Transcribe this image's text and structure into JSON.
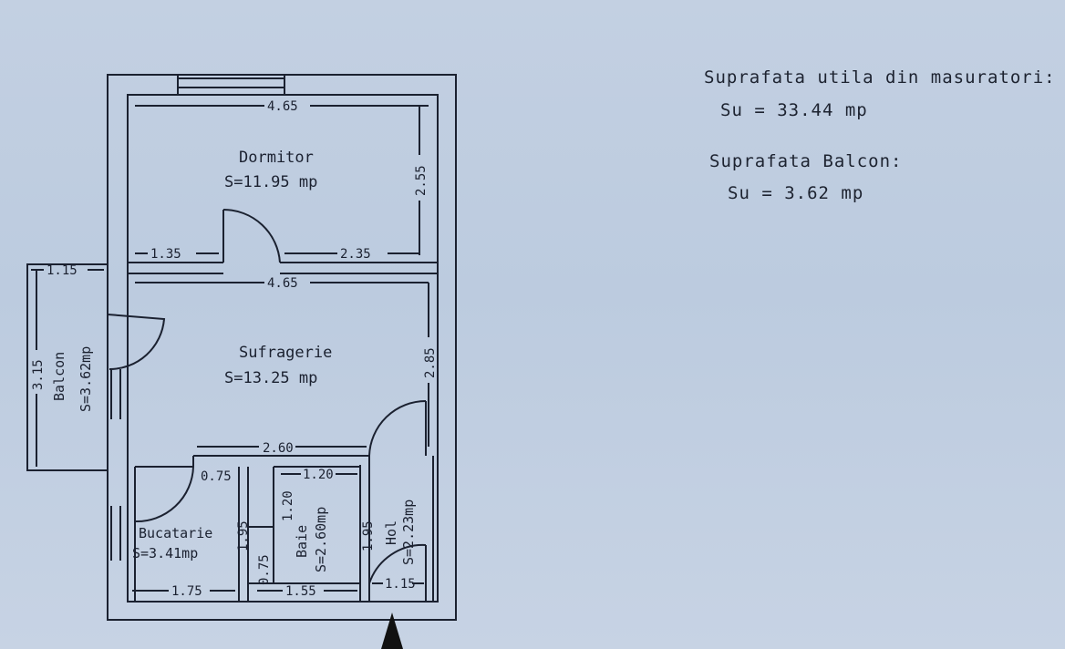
{
  "rooms": {
    "dormitor": {
      "name": "Dormitor",
      "area": "S=11.95 mp"
    },
    "sufragerie": {
      "name": "Sufragerie",
      "area": "S=13.25 mp"
    },
    "bucatarie": {
      "name": "Bucatarie",
      "area": "S=3.41mp"
    },
    "baie": {
      "name": "Baie",
      "area": "S=2.60mp"
    },
    "hol": {
      "name": "Hol",
      "area": "S=2.23mp"
    },
    "balcon": {
      "name": "Balcon",
      "area": "S=3.62mp"
    }
  },
  "dimensions": {
    "d_top": "4.65",
    "d_dorm_h": "2.55",
    "d_135": "1.35",
    "d_235": "2.35",
    "d_mid": "4.65",
    "d_balc_w": "1.15",
    "d_balc_h": "3.15",
    "d_suf_h": "2.85",
    "d_260": "2.60",
    "d_075a": "0.75",
    "d_120a": "1.20",
    "d_120b": "1.20",
    "d_195a": "1.95",
    "d_195b": "1.95",
    "d_075b": "0.75",
    "d_175": "1.75",
    "d_155": "1.55",
    "d_115": "1.15"
  },
  "summary": {
    "line1": "Suprafata utila din masuratori:",
    "line2": "Su = 33.44 mp",
    "line3": "Suprafata Balcon:",
    "line4": "Su = 3.62 mp"
  },
  "colors": {
    "background": "#c3d0e2",
    "ink": "#1b2130"
  }
}
